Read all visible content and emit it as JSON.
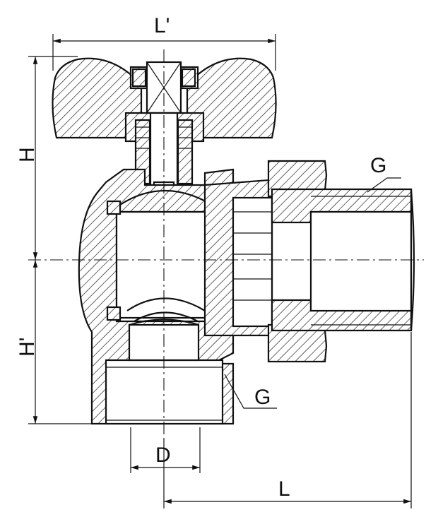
{
  "labels": {
    "l_prime": "L'",
    "h": "H",
    "h_prime": "H'",
    "g_top": "G",
    "g_bottom": "G",
    "d": "D",
    "l": "L"
  }
}
